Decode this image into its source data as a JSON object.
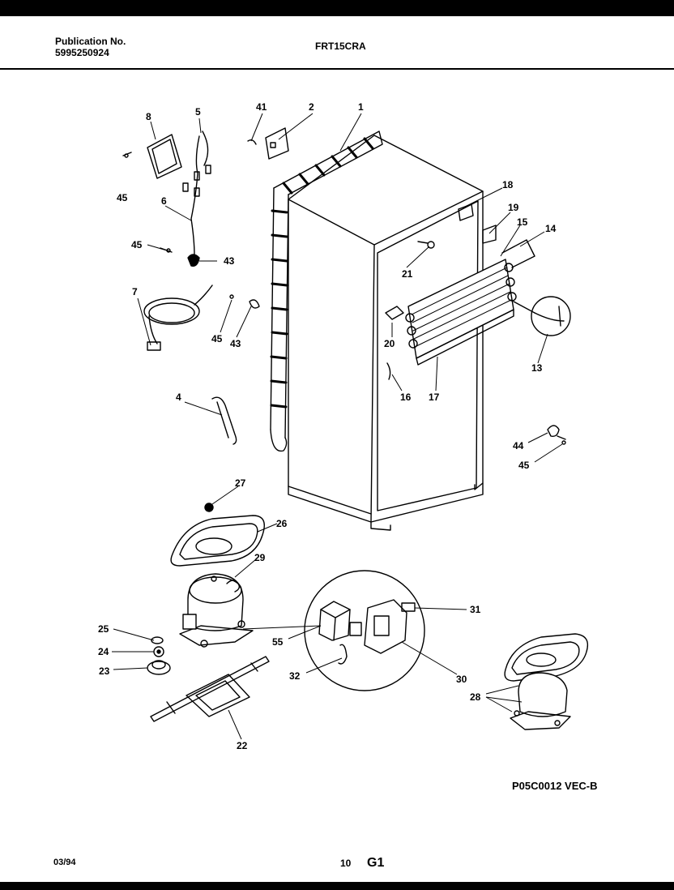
{
  "header": {
    "publication_label": "Publication No.",
    "publication_number": "5995250924",
    "model": "FRT15CRA"
  },
  "footer": {
    "date": "03/94",
    "page_number": "10",
    "section": "G1"
  },
  "diagram_code": "P05C0012 VEC-B",
  "callouts": [
    "1",
    "2",
    "41",
    "5",
    "8",
    "45",
    "6",
    "45",
    "43",
    "7",
    "45",
    "43",
    "4",
    "27",
    "26",
    "29",
    "25",
    "24",
    "23",
    "22",
    "55",
    "31",
    "32",
    "30",
    "18",
    "19",
    "15",
    "14",
    "21",
    "20",
    "16",
    "17",
    "13",
    "44",
    "45",
    "28"
  ],
  "colors": {
    "ink": "#000000",
    "paper": "#ffffff"
  }
}
